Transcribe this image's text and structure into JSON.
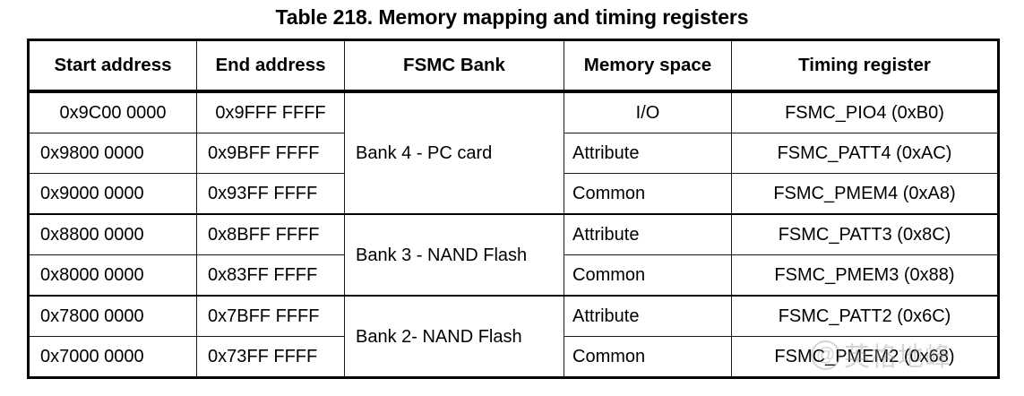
{
  "title": "Table 218. Memory mapping and timing registers",
  "table": {
    "columns": [
      {
        "key": "start_address",
        "label": "Start address"
      },
      {
        "key": "end_address",
        "label": "End address"
      },
      {
        "key": "fsmc_bank",
        "label": "FSMC Bank"
      },
      {
        "key": "memory_space",
        "label": "Memory space"
      },
      {
        "key": "timing_register",
        "label": "Timing register"
      }
    ],
    "banks": [
      {
        "name": "Bank 4 - PC card",
        "rows": [
          {
            "start_address": "0x9C00 0000",
            "end_address": "0x9FFF FFFF",
            "memory_space": "I/O",
            "timing_register": "FSMC_PIO4 (0xB0)"
          },
          {
            "start_address": "0x9800 0000",
            "end_address": "0x9BFF FFFF",
            "memory_space": "Attribute",
            "timing_register": "FSMC_PATT4 (0xAC)"
          },
          {
            "start_address": "0x9000 0000",
            "end_address": "0x93FF FFFF",
            "memory_space": "Common",
            "timing_register": "FSMC_PMEM4 (0xA8)"
          }
        ]
      },
      {
        "name": "Bank 3 - NAND Flash",
        "rows": [
          {
            "start_address": "0x8800 0000",
            "end_address": "0x8BFF FFFF",
            "memory_space": "Attribute",
            "timing_register": "FSMC_PATT3 (0x8C)"
          },
          {
            "start_address": "0x8000 0000",
            "end_address": "0x83FF FFFF",
            "memory_space": "Common",
            "timing_register": "FSMC_PMEM3 (0x88)"
          }
        ]
      },
      {
        "name": "Bank 2- NAND Flash",
        "rows": [
          {
            "start_address": "0x7800 0000",
            "end_address": "0x7BFF FFFF",
            "memory_space": "Attribute",
            "timing_register": "FSMC_PATT2 (0x6C)"
          },
          {
            "start_address": "0x7000 0000",
            "end_address": "0x73FF FFFF",
            "memory_space": "Common",
            "timing_register": "FSMC_PMEM2 (0x68)"
          }
        ]
      }
    ]
  },
  "watermark": {
    "logo_icon": "at-circle-icon",
    "text": "英格地峰"
  },
  "colors": {
    "text": "#000000",
    "border": "#000000",
    "background": "#ffffff",
    "watermark": "#9a9a9a"
  }
}
